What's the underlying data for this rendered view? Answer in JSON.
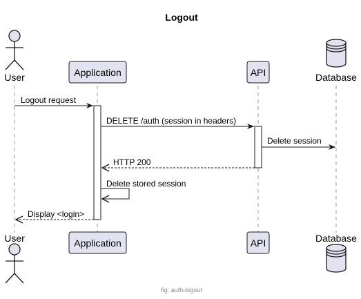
{
  "title": "Logout",
  "caption": "fig: auth-logout",
  "colors": {
    "participant_fill": "#e2e2f0",
    "participant_stroke": "#181818",
    "lifeline": "#999999",
    "arrow": "#181818"
  },
  "participants": [
    {
      "name": "User",
      "kind": "actor"
    },
    {
      "name": "Application",
      "kind": "box"
    },
    {
      "name": "API",
      "kind": "box"
    },
    {
      "name": "Database",
      "kind": "database"
    }
  ],
  "messages": [
    {
      "from": "User",
      "to": "Application",
      "label": "Logout request",
      "style": "solid"
    },
    {
      "from": "Application",
      "to": "API",
      "label": "DELETE /auth (session in headers)",
      "style": "solid"
    },
    {
      "from": "API",
      "to": "Database",
      "label": "Delete session",
      "style": "solid"
    },
    {
      "from": "API",
      "to": "Application",
      "label": "HTTP 200",
      "style": "dashed"
    },
    {
      "from": "Application",
      "to": "Application",
      "label": "Delete stored session",
      "style": "self"
    },
    {
      "from": "Application",
      "to": "User",
      "label": "Display <login>",
      "style": "dashed"
    }
  ]
}
